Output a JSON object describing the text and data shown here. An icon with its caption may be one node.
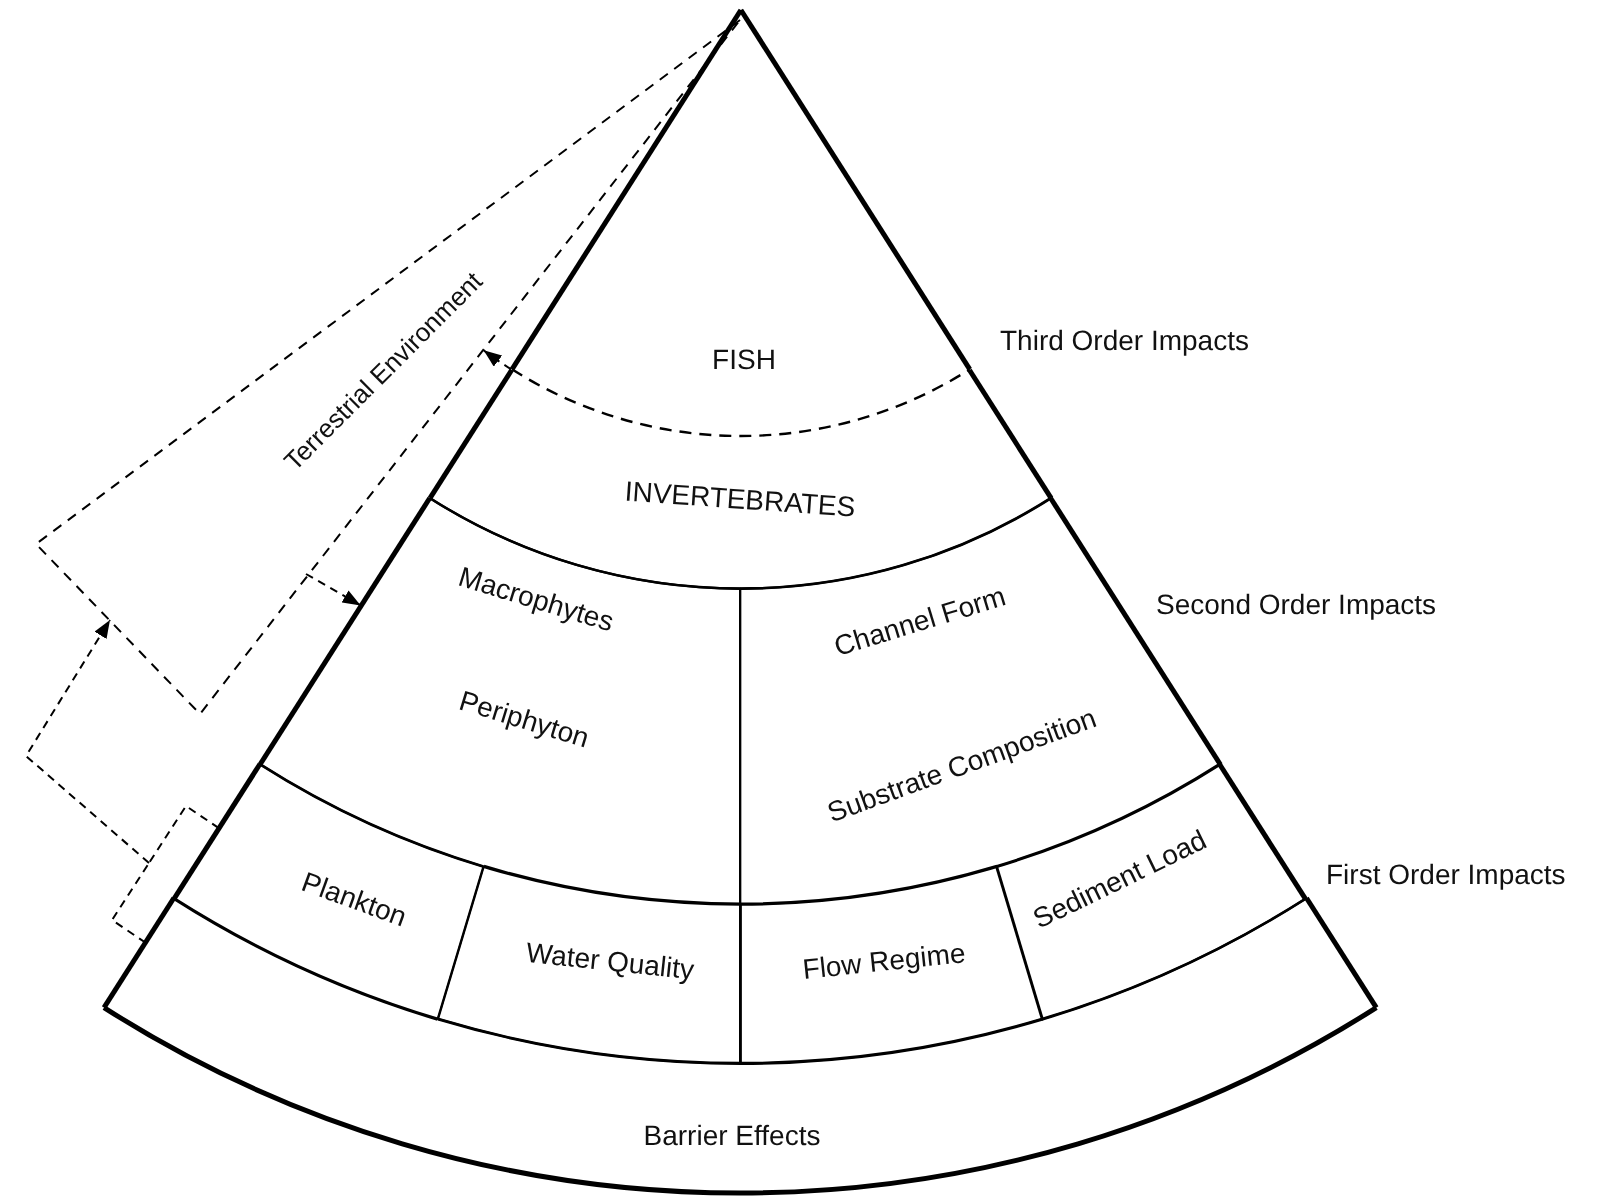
{
  "diagram": {
    "nodes": [
      {
        "text": [
          "FISH"
        ]
      },
      {
        "text": [
          "INVERTEBRATES"
        ]
      },
      {
        "text": [
          "Macrophytes",
          "Periphyton"
        ]
      },
      {
        "text": [
          "Channel Form",
          "Substrate Composition"
        ]
      },
      {
        "text": [
          "Plankton"
        ]
      },
      {
        "text": [
          "Water Quality"
        ]
      },
      {
        "text": [
          "Flow Regime"
        ]
      },
      {
        "text": [
          "Sediment Load"
        ]
      },
      {
        "text": [
          "Barrier Effects"
        ]
      },
      {
        "text": [
          "Terrestrial Environment"
        ]
      }
    ],
    "edges": [
      {
        "from": 0,
        "to": 9,
        "arrow": "to",
        "style": "dashed"
      },
      {
        "from": 9,
        "to": 2,
        "arrow": "to",
        "style": "dashed"
      },
      {
        "from": 4,
        "to": 9,
        "arrow": "to",
        "style": "dashed"
      },
      {
        "from": 8,
        "to": 9,
        "arrow": "to",
        "style": "dashed"
      }
    ],
    "labels": [
      "Third Order Impacts",
      "Second Order Impacts",
      "First Order Impacts"
    ]
  }
}
